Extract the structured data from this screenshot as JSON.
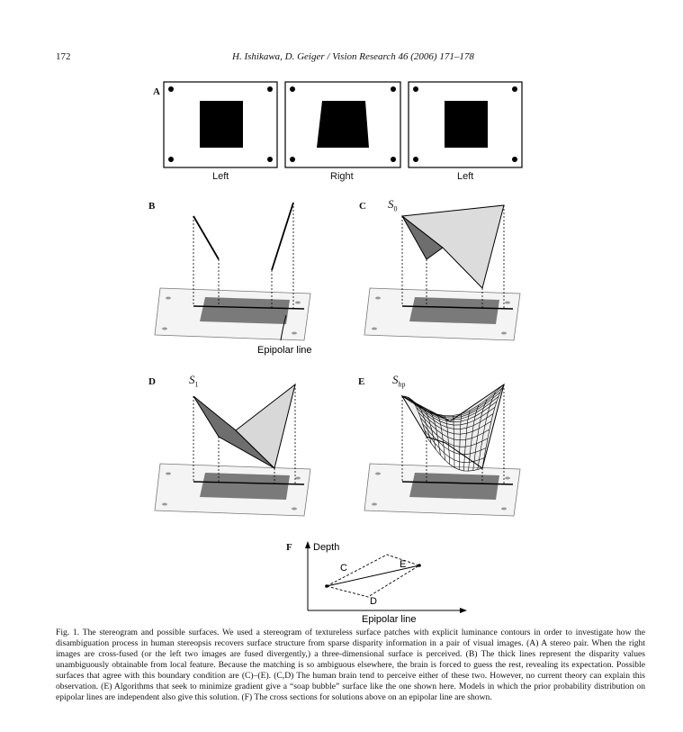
{
  "header": {
    "page_number": "172",
    "running_head": "H. Ishikawa, D. Geiger / Vision Research 46 (2006) 171–178"
  },
  "figure": {
    "panels": {
      "A": "A",
      "B": "B",
      "C": "C",
      "D": "D",
      "E": "E",
      "F": "F"
    },
    "panel_a_labels": [
      "Left",
      "Right",
      "Left"
    ],
    "surface_labels": {
      "c_main": "S",
      "c_sub": "0",
      "d_main": "S",
      "d_sub": "1",
      "e_main": "S",
      "e_sub": "hp"
    },
    "epipolar_label_b": "Epipolar line",
    "panel_f": {
      "y_axis": "Depth",
      "x_axis": "Epipolar line",
      "curve_c": "C",
      "curve_d": "D",
      "curve_e": "E"
    }
  },
  "caption": "Fig. 1. The stereogram and possible surfaces. We used a stereogram of textureless surface patches with explicit luminance contours in order to investigate how the disambiguation process in human stereopsis recovers surface structure from sparse disparity information in a pair of visual images. (A) A stereo pair. When the right images are cross-fused (or the left two images are fused divergently,) a three-dimensional surface is perceived. (B) The thick lines represent the disparity values unambiguously obtainable from local feature. Because the matching is so ambiguous elsewhere, the brain is forced to guess the rest, revealing its expectation. Possible surfaces that agree with this boundary condition are (C)–(E). (C,D) The human brain tend to perceive either of these two. However, no current theory can explain this observation. (E) Algorithms that seek to minimize gradient give a “soap bubble” surface like the one shown here. Models in which the prior probability distribution on epipolar lines are independent also give this solution. (F) The cross sections for solutions above on an epipolar line are shown."
}
